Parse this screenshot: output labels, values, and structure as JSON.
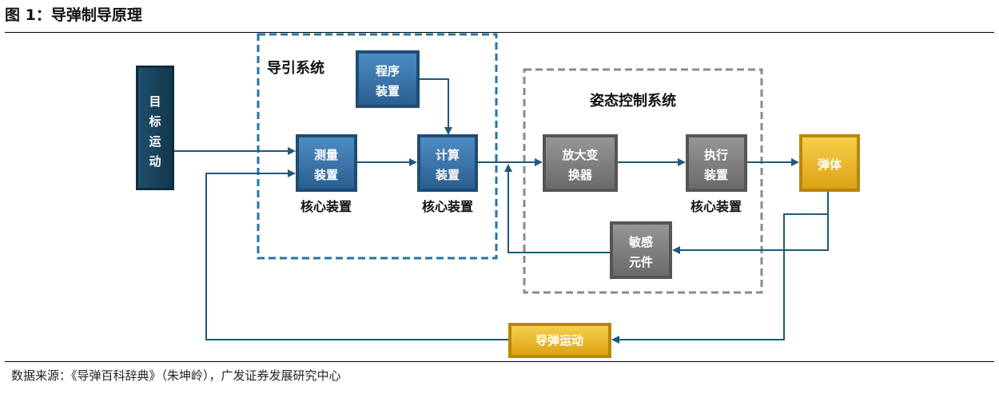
{
  "title": "图 1：导弹制导原理",
  "source": "数据来源：《导弹百科辞典》（朱坤岭），广发证券发展研究中心",
  "groups": {
    "guidance": "导引系统",
    "attitude": "姿态控制系统"
  },
  "boxes": {
    "target": [
      "目",
      "标",
      "运",
      "动"
    ],
    "program": [
      "程序",
      "装置"
    ],
    "measure": [
      "测量",
      "装置"
    ],
    "compute": [
      "计算",
      "装置"
    ],
    "amplifier": [
      "放大变",
      "换器"
    ],
    "actuator": [
      "执行",
      "装置"
    ],
    "sensor": [
      "敏感",
      "元件"
    ],
    "body": "弹体",
    "missile_motion": "导弹运动"
  },
  "core_label": "核心装置",
  "colors": {
    "blue": "#2f6fa6",
    "dark_teal": "#173f56",
    "gray": "#7d7d7d",
    "gold": "#e8b11e",
    "line": "#1c5a7a",
    "dash_blue": "#2176a8",
    "dash_gray": "#8a8a8a"
  }
}
